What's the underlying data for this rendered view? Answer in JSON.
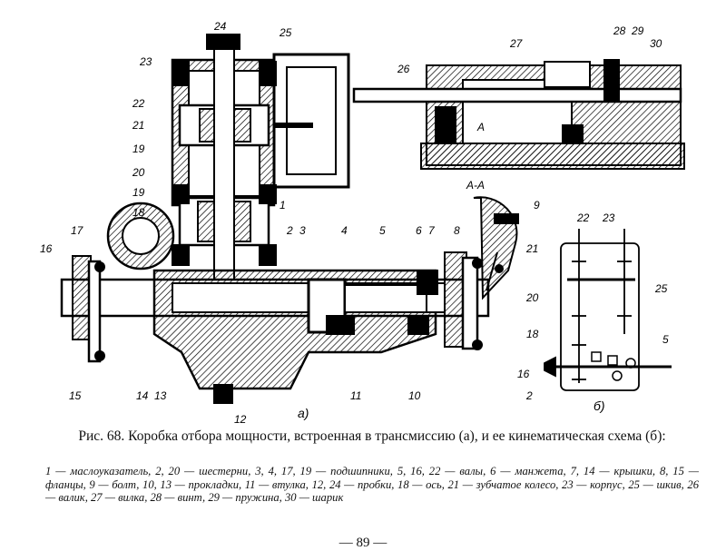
{
  "figure": {
    "callouts": [
      "24",
      "25",
      "23",
      "22",
      "21",
      "19",
      "20",
      "19",
      "18",
      "17",
      "16",
      "1",
      "2",
      "3",
      "4",
      "5",
      "6",
      "7",
      "8",
      "15",
      "14",
      "13",
      "12",
      "11",
      "10",
      "26",
      "27",
      "28",
      "29",
      "30",
      "9",
      "22",
      "23",
      "21",
      "25",
      "20",
      "18",
      "5",
      "16",
      "2"
    ],
    "section_label": "А-А",
    "section_arrow_label": "А",
    "subfigure_a": "а)",
    "subfigure_b": "б)"
  },
  "caption": "Рис. 68. Коробка отбора мощности, встроенная в трансмиссию (а), и ее кинематическая схема (б):",
  "legend": "1 — маслоуказатель, 2, 20 — шестерни, 3, 4, 17, 19 — подшипники, 5, 16, 22 — валы, 6 — манжета, 7, 14 — крышки, 8, 15 — фланцы, 9 — болт, 10, 13 — прокладки, 11 — втулка, 12, 24 — пробки, 18 — ось, 21 — зубчатое колесо, 23 — корпус, 25 — шкив, 26 — валик, 27 — вилка, 28 — винт, 29 — пружина, 30 — шарик",
  "page_number": "— 89 —"
}
